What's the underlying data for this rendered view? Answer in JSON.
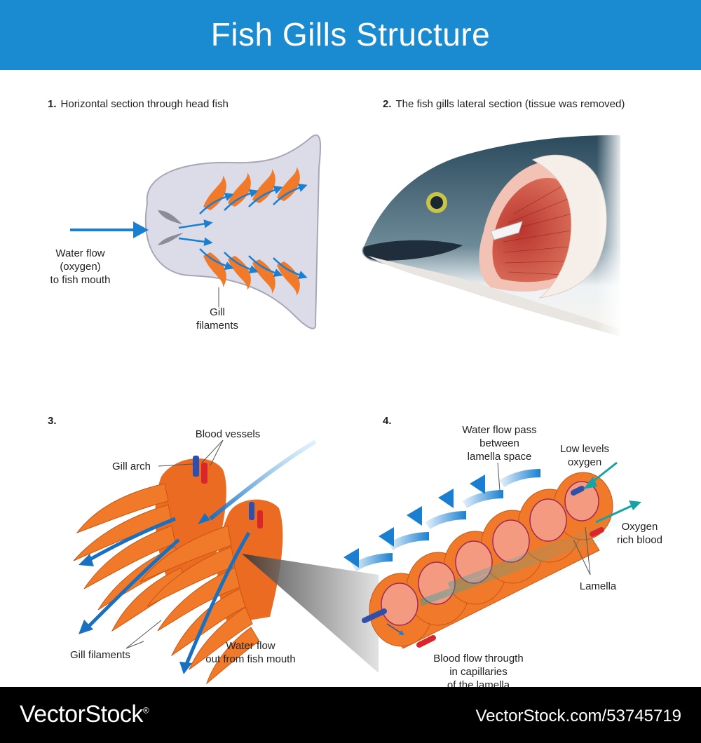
{
  "title": "Fish Gills Structure",
  "panels": {
    "p1": {
      "number": "1.",
      "caption": "Horizontal section through head fish",
      "labels": {
        "water_line1": "Water flow",
        "water_line2": "(oxygen)",
        "water_line3": "to fish mouth",
        "gill_line1": "Gill",
        "gill_line2": "filaments"
      }
    },
    "p2": {
      "number": "2.",
      "caption": "The fish gills lateral section (tissue was removed)"
    },
    "p3": {
      "number": "3.",
      "labels": {
        "blood_vessels": "Blood vessels",
        "gill_arch": "Gill arch",
        "gill_filaments": "Gill filaments",
        "water_out_line1": "Water flow",
        "water_out_line2": "out from fish mouth"
      }
    },
    "p4": {
      "number": "4.",
      "labels": {
        "pass_line1": "Water flow pass",
        "pass_line2": "between",
        "pass_line3": "lamella space",
        "low_line1": "Low levels",
        "low_line2": "oxygen",
        "rich_line1": "Oxygen",
        "rich_line2": "rich blood",
        "lamella": "Lamella",
        "blood_line1": "Blood flow througth",
        "blood_line2": "in capillaries",
        "blood_line3": "of the lamella"
      }
    }
  },
  "footer": {
    "brand": "VectorStock",
    "reg": "®",
    "credit": "VectorStock.com/53745719"
  },
  "colors": {
    "header": "#1a8bd0",
    "arrow_blue": "#1a7fd0",
    "gill_orange": "#f07a2a",
    "teal": "#17a3a3",
    "vein_blue": "#2f4fa8",
    "artery_red": "#d8262c"
  }
}
